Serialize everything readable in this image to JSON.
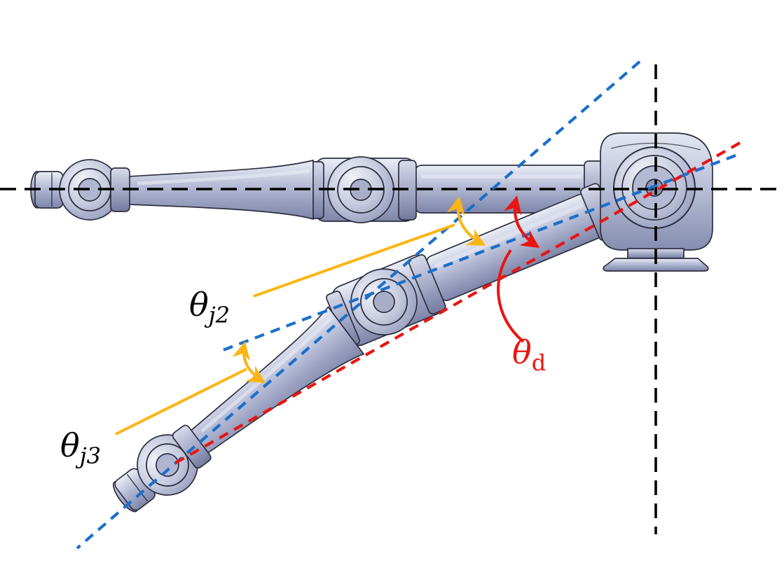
{
  "figure": {
    "background": "#ffffff"
  },
  "labels": {
    "joint2": {
      "symbol": "θ",
      "subscript": "j2"
    },
    "joint3": {
      "symbol": "θ",
      "subscript": "j3"
    },
    "direct": {
      "symbol": "θ",
      "subscript": "d"
    }
  },
  "colors": {
    "reference_axes": "#000000",
    "pose_axis_blue": "#1c6fc9",
    "direct_line_red": "#ea1410",
    "joint_angle_yellow": "#fbb615",
    "label_black": "#000000"
  }
}
